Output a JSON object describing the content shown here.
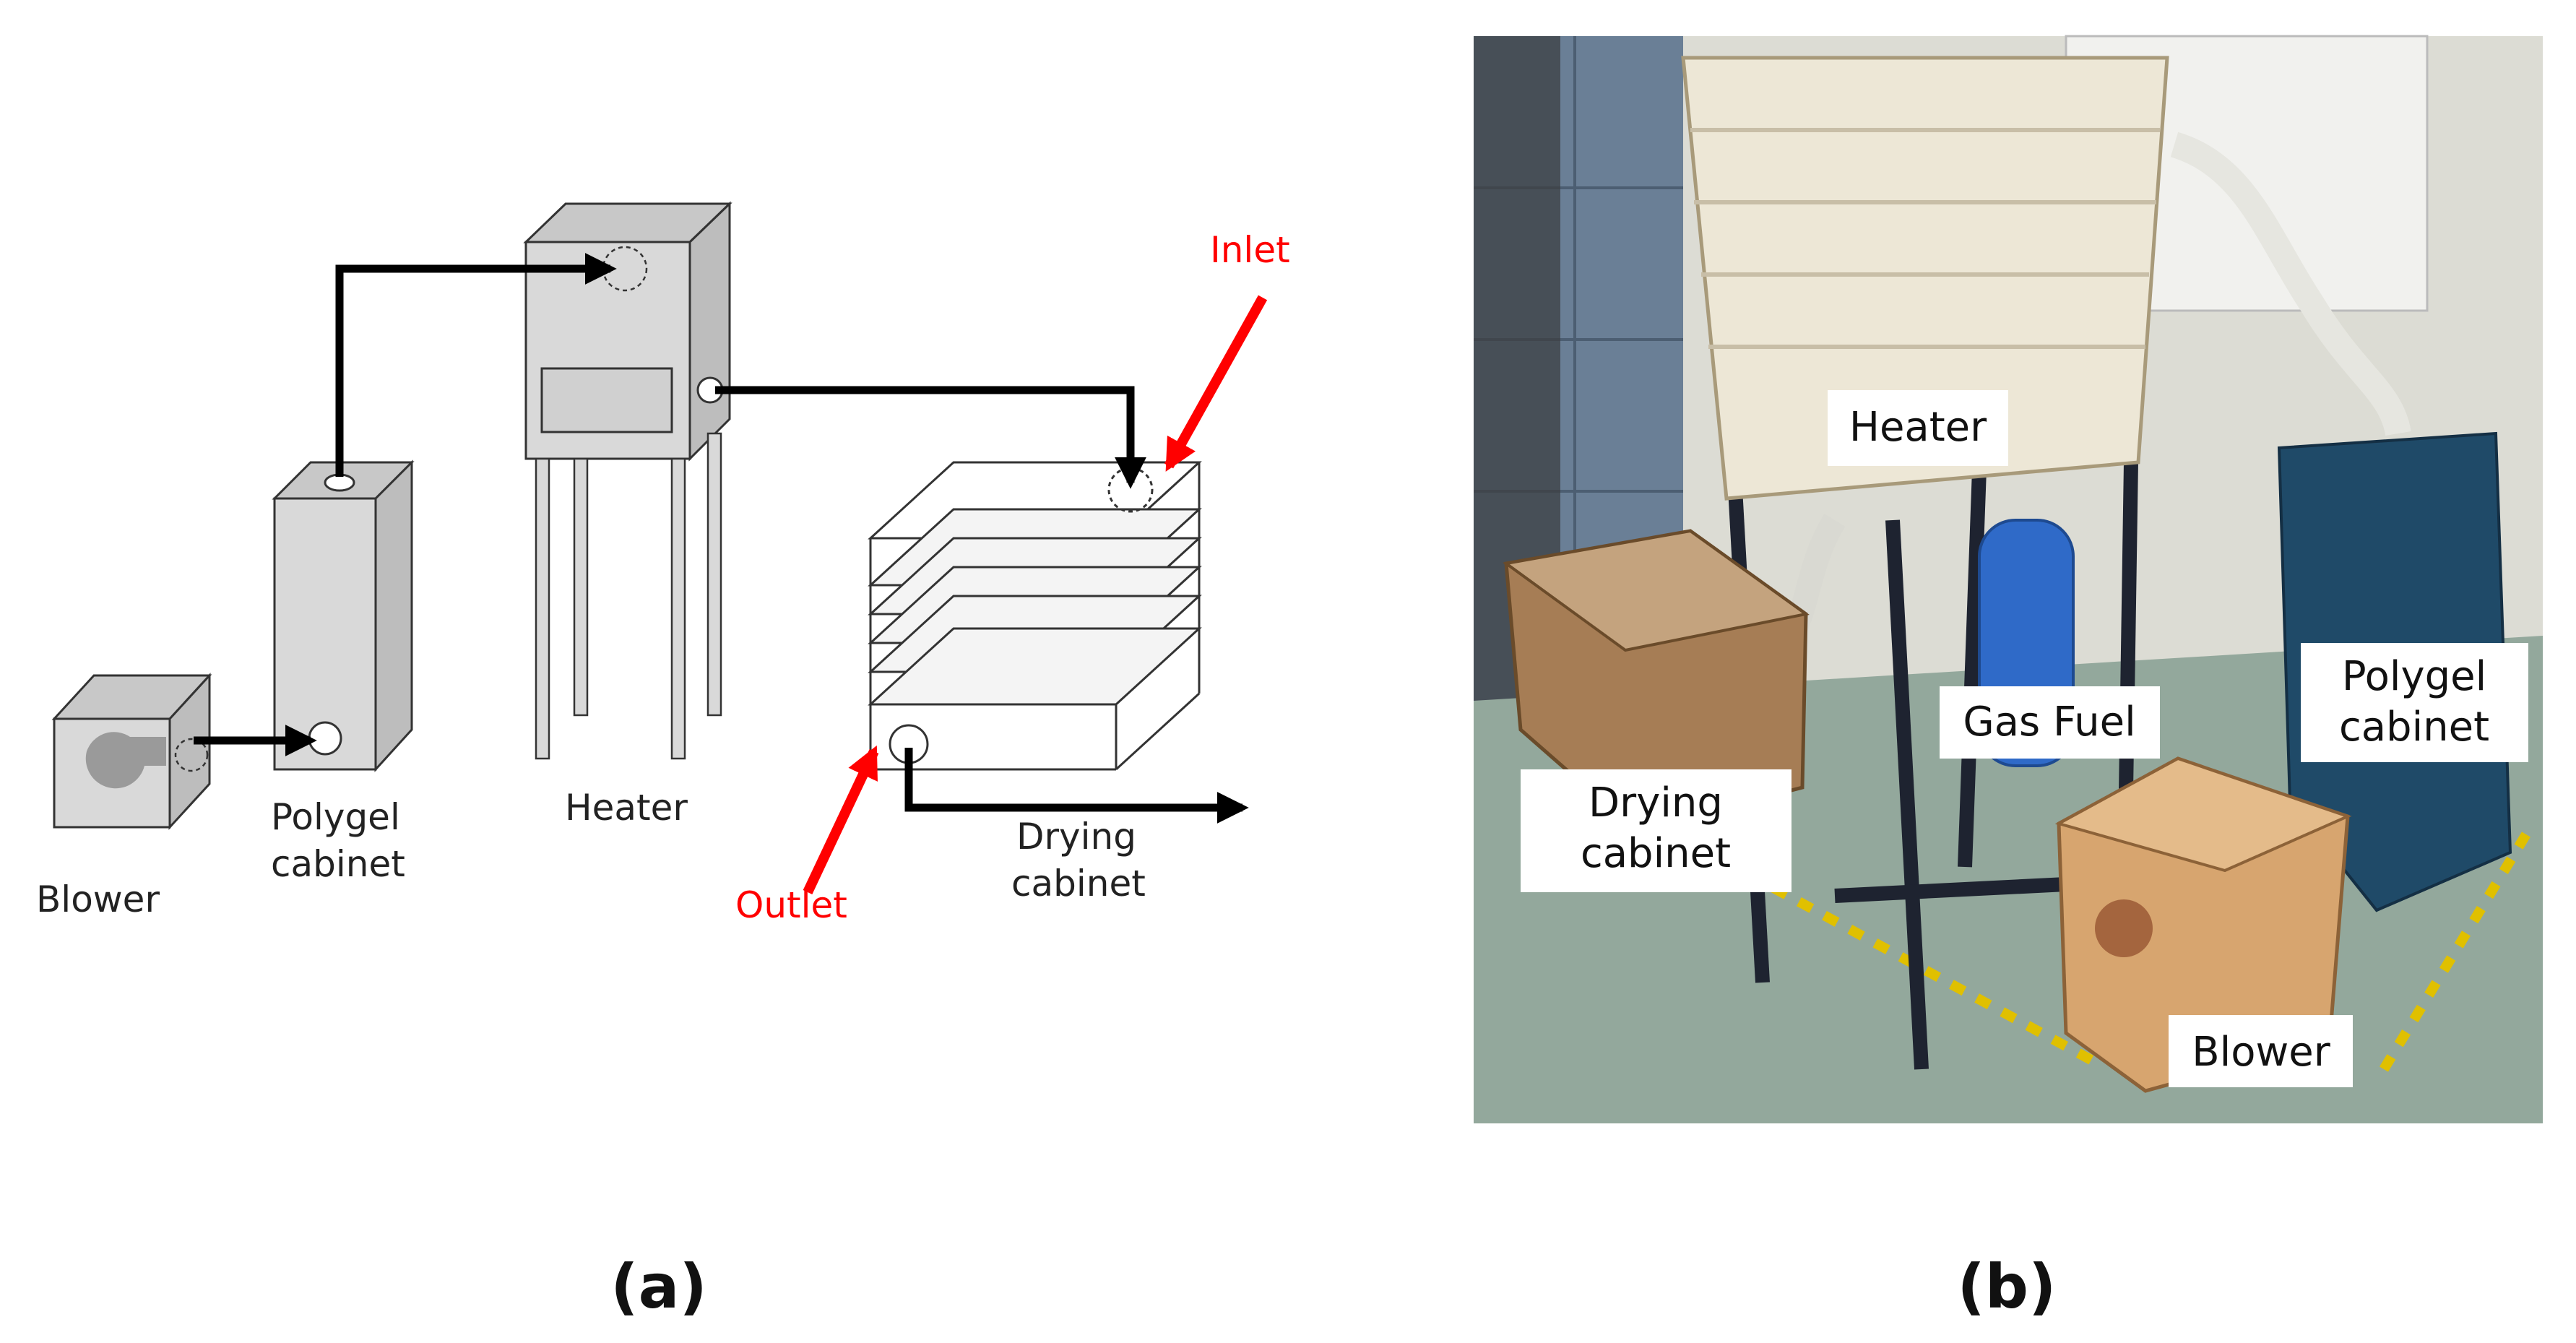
{
  "panel_a": {
    "labels": {
      "blower": "Blower",
      "polygel_line1": "Polygel",
      "polygel_line2": "cabinet",
      "heater": "Heater",
      "inlet": "Inlet",
      "outlet": "Outlet",
      "drying_line1": "Drying",
      "drying_line2": "cabinet"
    },
    "caption": "(a)"
  },
  "panel_b": {
    "labels": {
      "heater": "Heater",
      "gas_fuel": "Gas Fuel",
      "polygel_line1": "Polygel",
      "polygel_line2": "cabinet",
      "drying_line1": "Drying",
      "drying_line2": "cabinet",
      "blower": "Blower"
    },
    "caption": "(b)"
  },
  "colors": {
    "arrow": "#000000",
    "highlight": "#ff0000",
    "box_fill": "#d9d9d9"
  }
}
